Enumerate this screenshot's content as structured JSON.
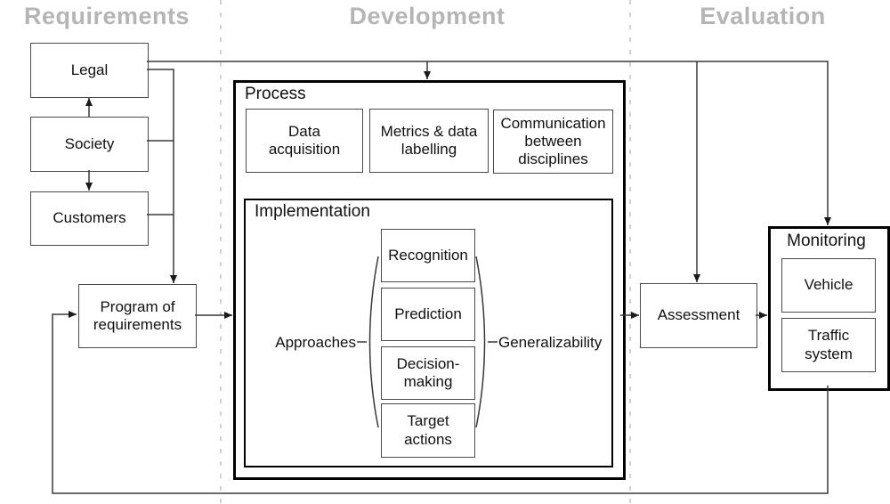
{
  "lanes": [
    {
      "label": "Requirements"
    },
    {
      "label": "Development"
    },
    {
      "label": "Evaluation"
    }
  ],
  "nodes": {
    "legal": {
      "label": "Legal"
    },
    "society": {
      "label": "Society"
    },
    "customers": {
      "label": "Customers"
    },
    "program": {
      "label": "Program of requirements"
    },
    "assessment": {
      "label": "Assessment"
    }
  },
  "process": {
    "title": "Process",
    "items": [
      {
        "label": "Data acquisition"
      },
      {
        "label": "Metrics & data labelling"
      },
      {
        "label": "Communication between disciplines"
      }
    ],
    "implementation": {
      "title": "Implementation",
      "stack": [
        {
          "label": "Recognition"
        },
        {
          "label": "Prediction"
        },
        {
          "label": "Decision-making"
        },
        {
          "label": "Target actions"
        }
      ],
      "left_label": "Approaches",
      "right_label": "Generalizability"
    }
  },
  "monitoring": {
    "title": "Monitoring",
    "items": [
      {
        "label": "Vehicle"
      },
      {
        "label": "Traffic system"
      }
    ]
  },
  "colors": {
    "lane_header_text": "#b5b5b5",
    "lane_divider": "#c4c4c4",
    "container_border": "#000000",
    "box_border": "#4a4a4a",
    "connector_line": "#383838",
    "background": "#ffffff"
  }
}
